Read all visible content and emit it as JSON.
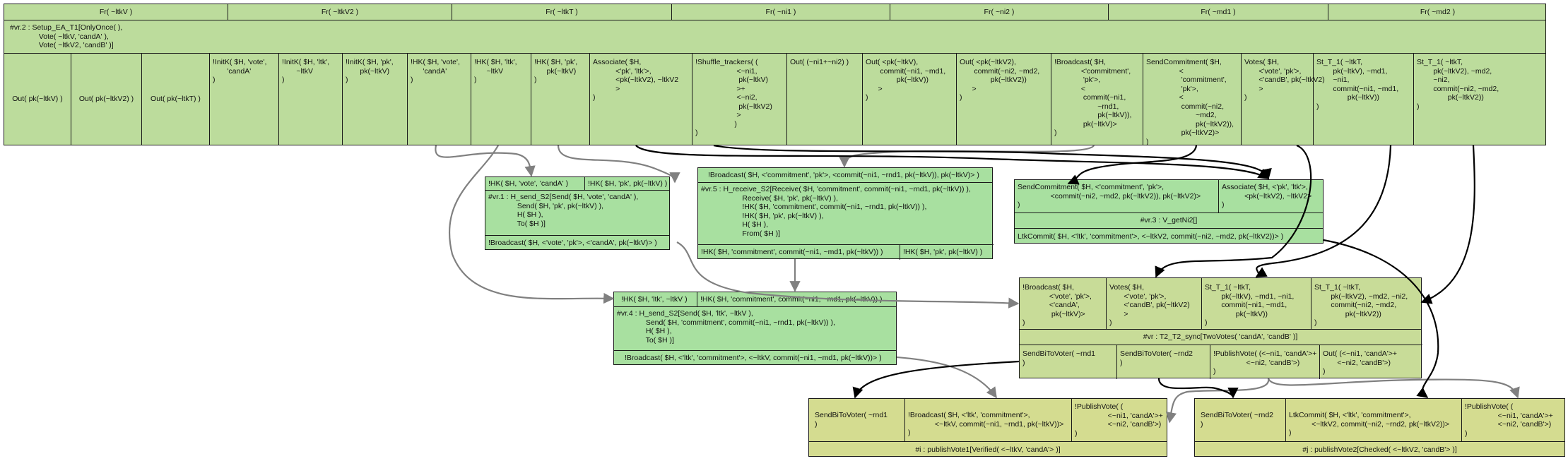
{
  "colors": {
    "bigbox": "#bcdc9c",
    "rule": "#a8e0a0",
    "sink": "#d4dc90",
    "mid": "#c8dc98",
    "edge_gray": "#808080",
    "edge_black": "#000000"
  },
  "nodes": {
    "setup": {
      "fr": [
        "Fr( ~ltkV )",
        "Fr( ~ltkV2 )",
        "Fr( ~ltkT )",
        "Fr( ~ni1 )",
        "Fr( ~ni2 )",
        "Fr( ~md1 )",
        "Fr( ~md2 )"
      ],
      "title": "#vr.2 : Setup_EA_T1[OnlyOnce( ),\n              Vote( ~ltkV, 'candA' ),\n              Vote( ~ltkV2, 'candB' )]",
      "outs": [
        "Out( pk(~ltkV) )",
        "Out( pk(~ltkV2) )",
        "Out( pk(~ltkT) )",
        "!InitK( $H, 'vote',\n       'candA'\n)",
        "!InitK( $H, 'ltk',\n       ~ltkV\n)",
        "!InitK( $H, 'pk',\n       pk(~ltkV)\n)",
        "!HK( $H, 'vote',\n      'candA'\n)",
        "!HK( $H, 'ltk',\n      ~ltkV\n)",
        "!HK( $H, 'pk',\n      pk(~ltkV)\n)",
        "Associate( $H,\n           <'pk', 'ltk'>,\n           <pk(~ltkV2), ~ltkV2\n           >\n)",
        "!Shuffle_trackers( (\n                    <~ni1,\n                     pk(~ltkV)\n                    >+\n                    <~ni2,\n                     pk(~ltkV2)\n                    >\n                   )\n)",
        "Out( (~ni1+~ni2) )",
        "Out( <pk(~ltkV),\n       commit(~ni1, ~md1,\n               pk(~ltkV))\n      >\n)",
        "Out( <pk(~ltkV2),\n       commit(~ni2, ~md2,\n               pk(~ltkV2))\n      >\n)",
        "!Broadcast( $H,\n             <'commitment',\n              'pk'>,\n             <\n              commit(~ni1,\n                     ~rnd1,\n                     pk(~ltkV)),\n              pk(~ltkV)>\n)",
        "SendCommitment( $H,\n                <\n                 'commitment',\n                 'pk'>,\n                <\n                 commit(~ni2,\n                        ~md2,\n                        pk(~ltkV2)),\n                 pk(~ltkV2)>\n)",
        "Votes( $H,\n       <'vote', 'pk'>,\n       <'candB', pk(~ltkV2)\n       >\n)",
        "St_T_1( ~ltkT,\n        pk(~ltkV), ~md1,\n        ~ni1,\n        commit(~ni1, ~md1,\n               pk(~ltkV))\n)",
        "St_T_1( ~ltkT,\n        pk(~ltkV2), ~md2,\n        ~ni2,\n        commit(~ni2, ~md2,\n               pk(~ltkV2))\n)"
      ]
    },
    "vr1": {
      "prem": [
        "!HK( $H, 'vote', 'candA' )",
        "!HK( $H, 'pk', pk(~ltkV) )"
      ],
      "title": "#vr.1 : H_send_S2[Send( $H, 'vote', 'candA' ),\n              Send( $H, 'pk', pk(~ltkV) ),\n              H( $H ),\n              To( $H )]",
      "concl": [
        "!Broadcast( $H, <'vote', 'pk'>, <'candA', pk(~ltkV)> )"
      ]
    },
    "vr5": {
      "prem": [
        "!Broadcast( $H, <'commitment', 'pk'>, <commit(~ni1, ~rnd1, pk(~ltkV)), pk(~ltkV)> )"
      ],
      "title": "#vr.5 : H_receive_S2[Receive( $H, 'commitment', commit(~ni1, ~rnd1, pk(~ltkV)) ),\n                    Receive( $H, 'pk', pk(~ltkV) ),\n                    !HK( $H, 'commitment', commit(~ni1, ~rnd1, pk(~ltkV)) ),\n                    !HK( $H, 'pk', pk(~ltkV) ),\n                    H( $H ),\n                    From( $H )]",
      "concl": [
        "!HK( $H, 'commitment', commit(~ni1, ~md1, pk(~ltkV)) )",
        "!HK( $H, 'pk', pk(~ltkV) )"
      ]
    },
    "vr3": {
      "prem": [
        "SendCommitment( $H, <'commitment', 'pk'>,\n                <commit(~ni2, ~md2, pk(~ltkV2)), pk(~ltkV2)>\n)",
        "Associate( $H, <'pk', 'ltk'>,\n           <pk(~ltkV2), ~ltkV2>\n)"
      ],
      "title": "#vr.3 : V_getNi2[]",
      "concl": [
        "LtkCommit( $H, <'ltk', 'commitment'>, <~ltkV2, commit(~ni2, ~md2, pk(~ltkV2))> )"
      ]
    },
    "vr4": {
      "prem": [
        "!HK( $H, 'ltk', ~ltkV )",
        "!HK( $H, 'commitment', commit(~ni1, ~md1, pk(~ltkV)) )"
      ],
      "title": "#vr.4 : H_send_S2[Send( $H, 'ltk', ~ltkV ),\n              Send( $H, 'commitment', commit(~ni1, ~rnd1, pk(~ltkV)) ),\n              H( $H ),\n              To( $H )]",
      "concl": [
        "!Broadcast( $H, <'ltk', 'commitment'>, <~ltkV, commit(~ni1, ~md1, pk(~ltkV))> )"
      ]
    },
    "vr": {
      "prem": [
        "!Broadcast( $H,\n             <'vote', 'pk'>,\n             <'candA',\n              pk(~ltkV)>\n)",
        "Votes( $H,\n       <'vote', 'pk'>,\n       <'candB', pk(~ltkV2)\n       >\n)",
        "St_T_1( ~ltkT,\n        pk(~ltkV), ~md1, ~ni1,\n        commit(~ni1, ~md1,\n               pk(~ltkV))\n)",
        "St_T_1( ~ltkT,\n        pk(~ltkV2), ~md2, ~ni2,\n        commit(~ni2, ~md2,\n               pk(~ltkV2))\n)"
      ],
      "title": "#vr : T2_T2_sync[TwoVotes( 'candA', 'candB' )]",
      "concl": [
        "SendBiToVoter( ~rnd1\n)",
        "SendBiToVoter( ~rnd2\n)",
        "!PublishVote( (<~ni1, 'candA'>+\n                <~ni2, 'candB'>)\n)",
        "Out( (<~ni1, 'candA'>+\n       <~ni2, 'candB'>)\n)"
      ]
    },
    "i": {
      "prem": [
        "SendBiToVoter( ~rnd1\n)",
        "!Broadcast( $H, <'ltk', 'commitment'>,\n             <~ltkV, commit(~ni1, ~rnd1, pk(~ltkV))>\n)",
        "!PublishVote( (\n                <~ni1, 'candA'>+\n                <~ni2, 'candB'>)\n)"
      ],
      "title": "#i : publishVote1[Verified( <~ltkV, 'candA'> )]"
    },
    "j": {
      "prem": [
        "SendBiToVoter( ~rnd2\n)",
        "LtkCommit( $H, <'ltk', 'commitment'>,\n           <~ltkV2, commit(~ni2, ~rnd2, pk(~ltkV2))>\n)",
        "!PublishVote( (\n                <~ni1, 'candA'>+\n                <~ni2, 'candB'>)\n)"
      ],
      "title": "#j : publishVote2[Checked( <~ltkV2, 'candB'> )]"
    }
  }
}
